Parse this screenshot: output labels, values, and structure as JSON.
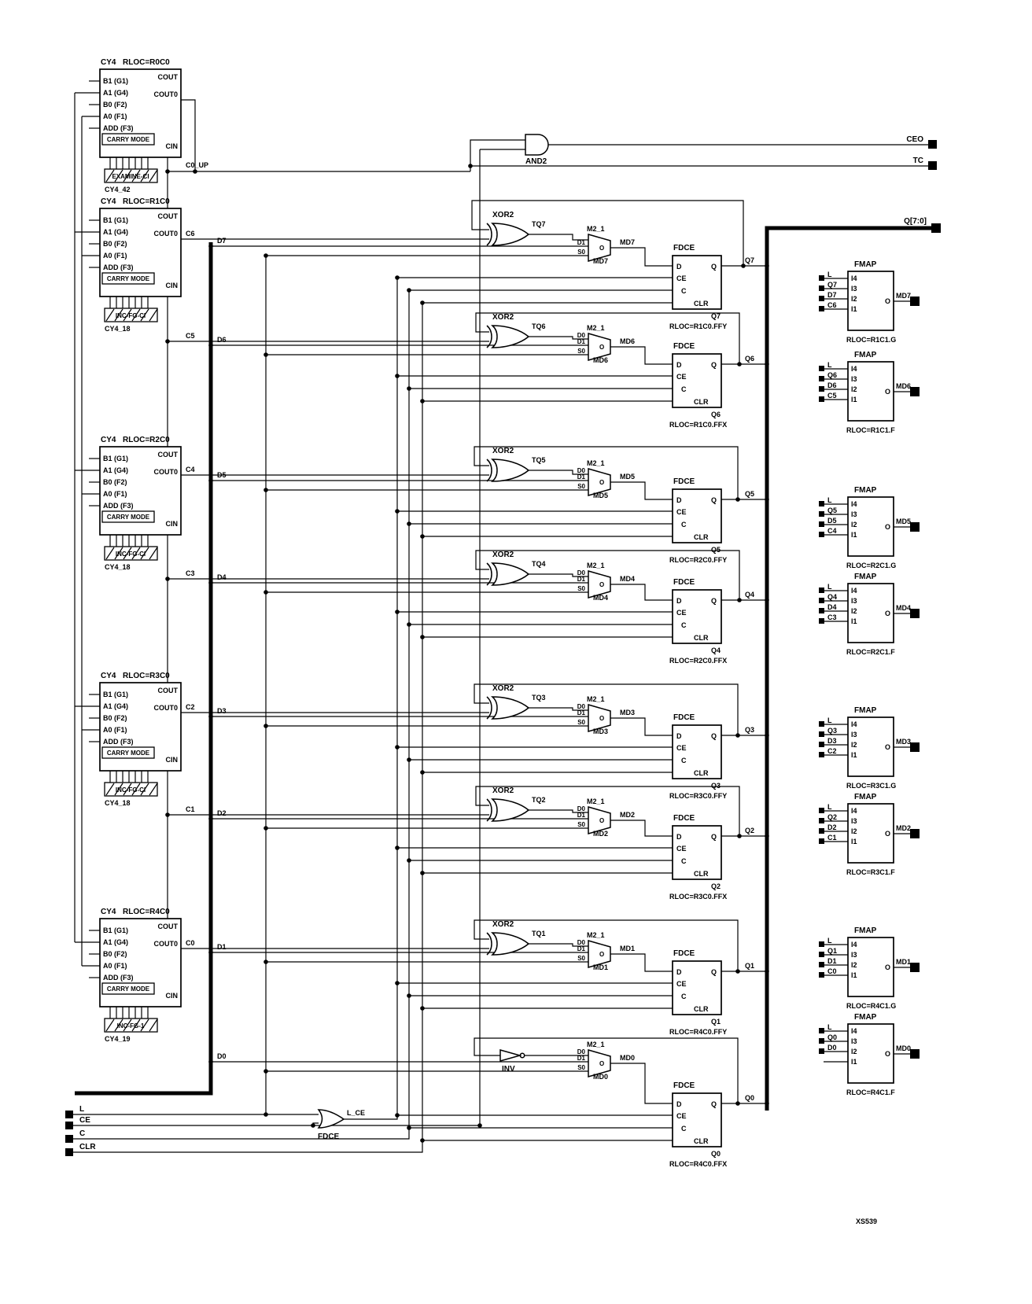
{
  "drawing": {
    "corner": "XS539",
    "bus": "Q[7:0]"
  },
  "outputs": {
    "ceo": "CEO",
    "tc": "TC"
  },
  "inputs": {
    "l": "L",
    "ce": "CE",
    "c": "C",
    "clr": "CLR"
  },
  "nets": {
    "c0_up": "C0_UP",
    "l_ce": "L_CE",
    "carries": [
      "C6",
      "C5",
      "C4",
      "C3",
      "C2",
      "C1",
      "C0"
    ],
    "d": [
      "D7",
      "D6",
      "D5",
      "D4",
      "D3",
      "D2",
      "D1",
      "D0"
    ]
  },
  "gates": {
    "and": "AND2",
    "or": "FDCE",
    "inv": "INV"
  },
  "common": {
    "xor": "XOR2",
    "mux": "M2_1",
    "ff": "FDCE",
    "fmap": "FMAP",
    "o": "O",
    "d": "D",
    "ce": "CE",
    "c": "C",
    "clr": "CLR",
    "q": "Q",
    "i_pins": [
      "I4",
      "I3",
      "I2",
      "I1"
    ]
  },
  "cy4": {
    "title": "CY4",
    "cout": "COUT",
    "cout0": "COUT0",
    "cin": "CIN",
    "carry_mode": "CARRY MODE",
    "pins": [
      "B1 (G1)",
      "A1 (G4)",
      "B0 (F2)",
      "A0 (F1)",
      "ADD (F3)"
    ],
    "blocks": [
      {
        "rloc": "RLOC=R0C0",
        "mode": "EXAMINE-CI",
        "instance": "CY4_42"
      },
      {
        "rloc": "RLOC=R1C0",
        "mode": "INC-FG-CI",
        "instance": "CY4_18"
      },
      {
        "rloc": "RLOC=R2C0",
        "mode": "INC-FG-CI",
        "instance": "CY4_18"
      },
      {
        "rloc": "RLOC=R3C0",
        "mode": "INC-FG-CI",
        "instance": "CY4_18"
      },
      {
        "rloc": "RLOC=R4C0",
        "mode": "INC-FG-1",
        "instance": "CY4_19"
      }
    ]
  },
  "rows": [
    {
      "tq": "TQ7",
      "mux_ins": [
        "",
        "D1",
        "S0"
      ],
      "md": "MD7",
      "qn": "Q7",
      "ff_rloc": "RLOC=R1C0.FFY",
      "fmap_ins": [
        "L",
        "Q7",
        "D7",
        "C6"
      ],
      "fmap_rloc": "RLOC=R1C1.G"
    },
    {
      "tq": "TQ6",
      "mux_ins": [
        "D0",
        "D1",
        "S0"
      ],
      "md": "MD6",
      "qn": "Q6",
      "ff_rloc": "RLOC=R1C0.FFX",
      "fmap_ins": [
        "L",
        "Q6",
        "D6",
        "C5"
      ],
      "fmap_rloc": "RLOC=R1C1.F"
    },
    {
      "tq": "TQ5",
      "mux_ins": [
        "D0",
        "D1",
        "S0"
      ],
      "md": "MD5",
      "qn": "Q5",
      "ff_rloc": "RLOC=R2C0.FFY",
      "fmap_ins": [
        "L",
        "Q5",
        "D5",
        "C4"
      ],
      "fmap_rloc": "RLOC=R2C1.G"
    },
    {
      "tq": "TQ4",
      "mux_ins": [
        "D0",
        "D1",
        "S0"
      ],
      "md": "MD4",
      "qn": "Q4",
      "ff_rloc": "RLOC=R2C0.FFX",
      "fmap_ins": [
        "L",
        "Q4",
        "D4",
        "C3"
      ],
      "fmap_rloc": "RLOC=R2C1.F"
    },
    {
      "tq": "TQ3",
      "mux_ins": [
        "D0",
        "D1",
        "S0"
      ],
      "md": "MD3",
      "qn": "Q3",
      "ff_rloc": "RLOC=R3C0.FFY",
      "fmap_ins": [
        "L",
        "Q3",
        "D3",
        "C2"
      ],
      "fmap_rloc": "RLOC=R3C1.G"
    },
    {
      "tq": "TQ2",
      "mux_ins": [
        "D0",
        "D1",
        "S0"
      ],
      "md": "MD2",
      "qn": "Q2",
      "ff_rloc": "RLOC=R3C0.FFX",
      "fmap_ins": [
        "L",
        "Q2",
        "D2",
        "C1"
      ],
      "fmap_rloc": "RLOC=R3C1.F"
    },
    {
      "tq": "TQ1",
      "mux_ins": [
        "D0",
        "D1",
        "S0"
      ],
      "md": "MD1",
      "qn": "Q1",
      "ff_rloc": "RLOC=R4C0.FFY",
      "fmap_ins": [
        "L",
        "Q1",
        "D1",
        "C0"
      ],
      "fmap_rloc": "RLOC=R4C1.G"
    },
    {
      "tq": "",
      "mux_ins": [
        "D0",
        "D1",
        "S0"
      ],
      "md": "MD0",
      "qn": "Q0",
      "ff_rloc": "RLOC=R4C0.FFX",
      "fmap_ins": [
        "L",
        "Q0",
        "D0",
        ""
      ],
      "fmap_rloc": "RLOC=R4C1.F"
    }
  ]
}
